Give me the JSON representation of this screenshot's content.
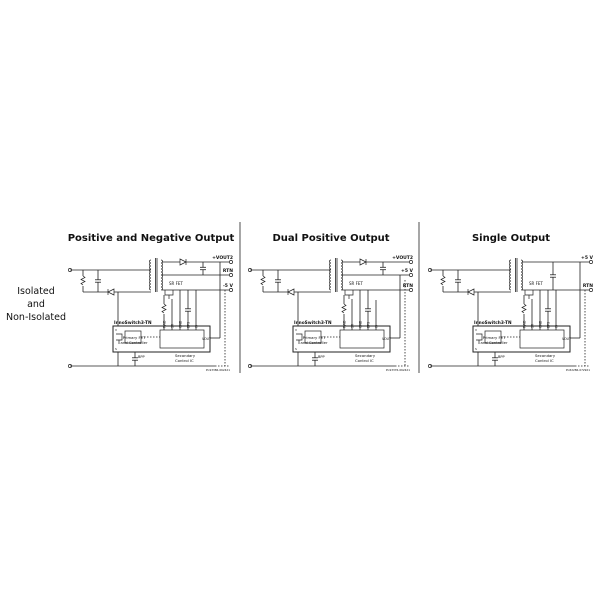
{
  "side_label": [
    "Isolated",
    "and",
    "Non-Isolated"
  ],
  "common": {
    "ic_name": "InnoSwitch3-TN",
    "primary_label": [
      "Primary FET",
      "and Controller"
    ],
    "secondary_label": [
      "Secondary",
      "Control IC"
    ],
    "sr_fet": "SR FET",
    "bpp": "BPP",
    "pin_v": "V",
    "pin_s": "S",
    "vout": "VOUT",
    "pins": [
      "FWD",
      "SR",
      "GND",
      "BPS",
      "IS"
    ]
  },
  "panels": [
    {
      "title": "Positive and Negative Output",
      "outputs": [
        "+VOUT2",
        "RTN",
        "-5 V"
      ],
      "part_number": "PI-93386-062421"
    },
    {
      "title": "Dual Positive Output",
      "outputs": [
        "+VOUT2",
        "+5 V",
        "RTN"
      ],
      "part_number": "PI-93376-062421"
    },
    {
      "title": "Single Output",
      "outputs": [
        "+5 V",
        "RTN"
      ],
      "part_number": "PI-82286-072921"
    }
  ]
}
